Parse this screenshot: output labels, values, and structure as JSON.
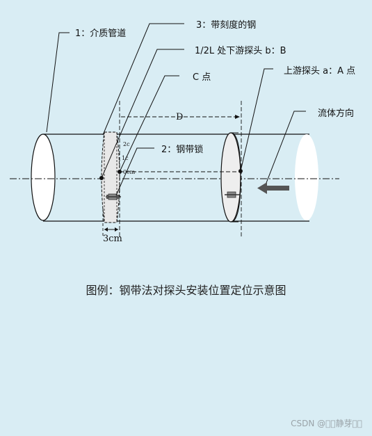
{
  "labels": {
    "medium_pipe": "1：介质管道",
    "scaled_steel": "3：带刻度的钢",
    "downstream_probe": "1/2L 处下游探头 b：B",
    "point_c": "C 点",
    "upstream_probe": "上游探头 a：A 点",
    "flow_direction": "流体方向",
    "steel_lock": "2：钢带锁",
    "distance": "D",
    "width": "3cm",
    "tick_2c": "2c",
    "tick_1c": "1c",
    "tick_0cm": "0cm"
  },
  "caption": "图例：钢带法对探头安装位置定位示意图",
  "watermark": "CSDN @\u0000\u0000静芽\u0000\u0000",
  "colors": {
    "background": "#d9edf4",
    "line": "#111111",
    "band_fill": "#e6e6e6",
    "arrow": "#555555"
  }
}
